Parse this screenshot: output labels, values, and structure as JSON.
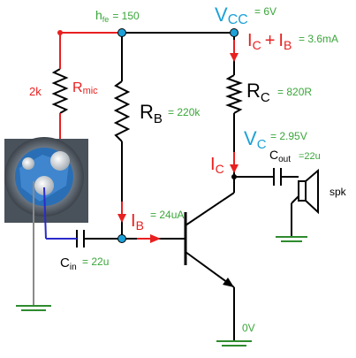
{
  "labels": {
    "hfe_h": "h",
    "hfe_sub": "fe",
    "hfe_value": "= 150",
    "vcc_v": "V",
    "vcc_sub": "CC",
    "vcc_value": "= 6V",
    "supply_current_ic": "I",
    "supply_current_ic_sub": "C",
    "supply_current_plus": "+",
    "supply_current_ib": "I",
    "supply_current_ib_sub": "B",
    "supply_current_value": "= 3.6mA",
    "rmic_value": "2k",
    "rmic_r": "R",
    "rmic_sub": "mic",
    "rb_r": "R",
    "rb_sub": "B",
    "rb_value": "= 220k",
    "rc_r": "R",
    "rc_sub": "C",
    "rc_value": "= 820R",
    "vc_v": "V",
    "vc_sub": "C",
    "vc_value": "= 2.95V",
    "ic_i": "I",
    "ic_sub": "C",
    "cout_c": "C",
    "cout_sub": "out",
    "cout_value": "=22u",
    "spk": "spk",
    "ib_i": "I",
    "ib_sub": "B",
    "ib_value": "= 24uA",
    "cin_c": "C",
    "cin_sub": "in",
    "cin_value": "= 22u",
    "ground_value": "0V"
  },
  "colors": {
    "wire": "#000000",
    "ground": "#2e8b2e",
    "accent_red": "#e82020",
    "accent_cyan": "#1da1d8",
    "value_green": "#3aa63a",
    "mic_wire_red": "#e82020",
    "mic_wire_gray": "#8a8a8a",
    "mic_wire_blue": "#2b2bcc",
    "node": "#1da1d8"
  },
  "icons": {
    "microphone": "electret-microphone-photo-icon",
    "speaker": "speaker-icon",
    "transistor": "npn-transistor-icon",
    "ground": "ground-symbol-icon"
  }
}
